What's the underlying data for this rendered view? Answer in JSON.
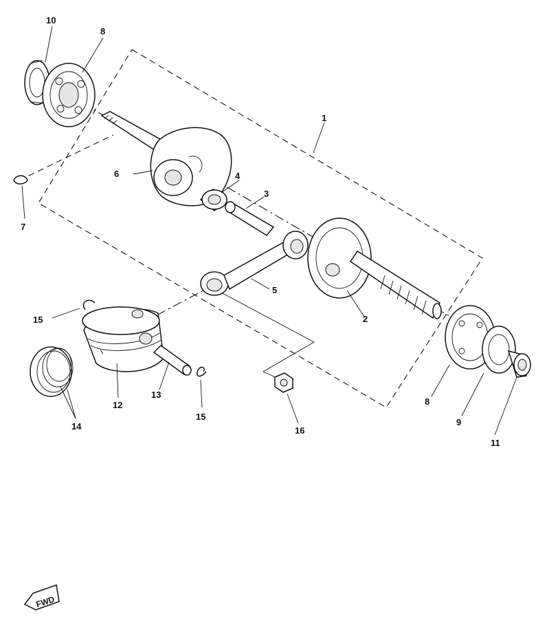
{
  "callouts": {
    "c1": "1",
    "c2": "2",
    "c3": "3",
    "c4": "4",
    "c5": "5",
    "c6": "6",
    "c7": "7",
    "c8a": "8",
    "c8b": "8",
    "c9": "9",
    "c10": "10",
    "c11": "11",
    "c12": "12",
    "c13": "13",
    "c14": "14",
    "c15a": "15",
    "c15b": "15",
    "c16": "16"
  },
  "fwd_label": "FWD"
}
